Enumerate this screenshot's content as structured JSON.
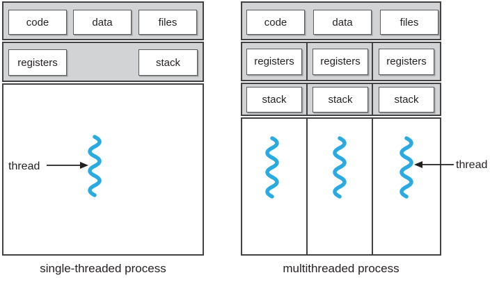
{
  "figure": {
    "left": {
      "caption": "single-threaded process",
      "code": "code",
      "data": "data",
      "files": "files",
      "registers": "registers",
      "stack": "stack",
      "thread_label": "thread"
    },
    "right": {
      "caption": "multithreaded process",
      "code": "code",
      "data": "data",
      "files": "files",
      "col1": {
        "registers": "registers",
        "stack": "stack"
      },
      "col2": {
        "registers": "registers",
        "stack": "stack"
      },
      "col3": {
        "registers": "registers",
        "stack": "stack"
      },
      "thread_label": "thread"
    },
    "colors": {
      "band_gray": "#d1d3d4",
      "section_border": "#414042",
      "label_box_border": "#58595b",
      "thread_blue": "#29abe2",
      "text": "#231f20"
    }
  }
}
